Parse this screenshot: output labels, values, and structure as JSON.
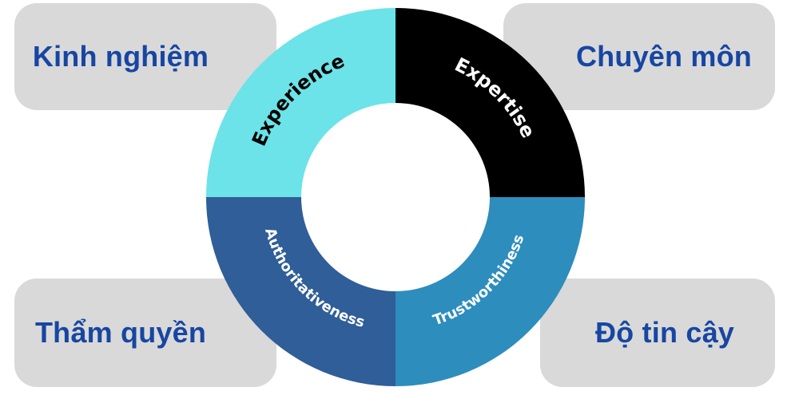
{
  "pills": {
    "top_left": "Kinh nghiệm",
    "top_right": "Chuyên môn",
    "bottom_left": "Thẩm quyền",
    "bottom_right": "Độ tin cậy"
  },
  "ring": {
    "experience": "Experience",
    "expertise": "Expertise",
    "authoritativeness": "Authoritativeness",
    "trustworthiness": "Trustworthiness"
  },
  "colors": {
    "pill_bg": "#d9d9d9",
    "pill_text": "#1746a2",
    "experience": "#6ce3e8",
    "expertise": "#000000",
    "authoritativeness": "#2f5e98",
    "trustworthiness": "#2d8dbd",
    "experience_text": "#000000",
    "other_text": "#ffffff"
  }
}
